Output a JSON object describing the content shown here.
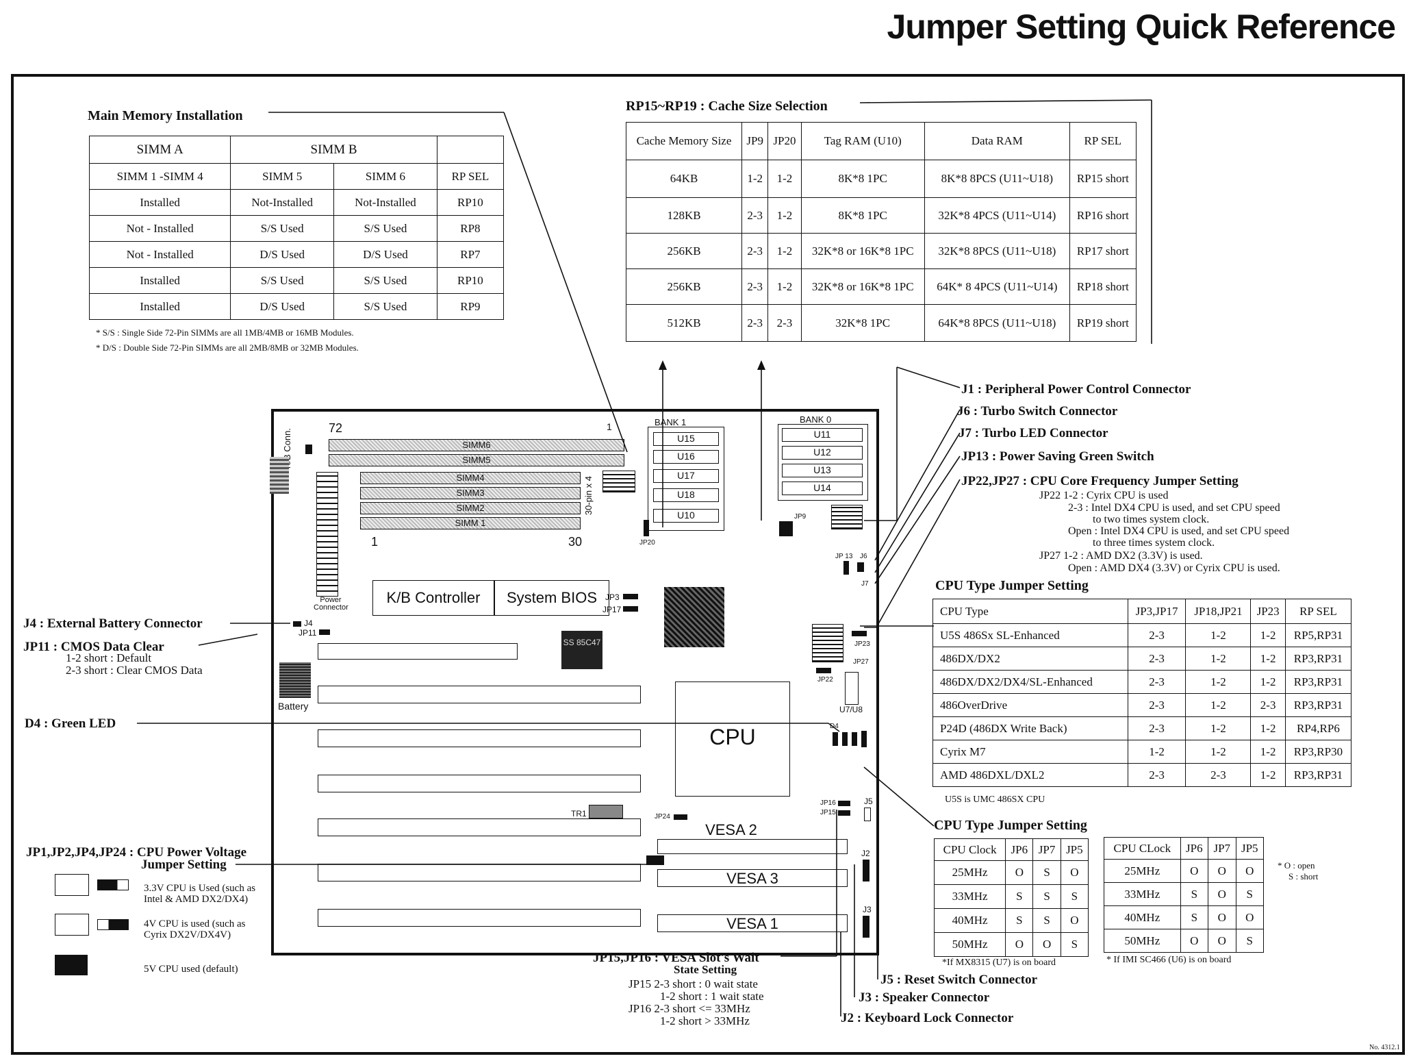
{
  "title": "Jumper Setting Quick Reference",
  "memory": {
    "title": "Main Memory Installation",
    "head1": [
      "SIMM A",
      "SIMM B",
      ""
    ],
    "head2": [
      "SIMM 1 -SIMM 4",
      "SIMM 5",
      "SIMM 6",
      "RP SEL"
    ],
    "rows": [
      [
        "Installed",
        "Not-Installed",
        "Not-Installed",
        "RP10"
      ],
      [
        "Not - Installed",
        "S/S Used",
        "S/S Used",
        "RP8"
      ],
      [
        "Not - Installed",
        "D/S Used",
        "D/S Used",
        "RP7"
      ],
      [
        "Installed",
        "S/S Used",
        "S/S Used",
        "RP10"
      ],
      [
        "Installed",
        "D/S Used",
        "S/S Used",
        "RP9"
      ]
    ],
    "note1": "* S/S : Single Side 72-Pin SIMMs are all 1MB/4MB or 16MB Modules.",
    "note2": "* D/S : Double Side 72-Pin SIMMs are all 2MB/8MB or 32MB Modules."
  },
  "cache": {
    "title": "RP15~RP19 : Cache Size Selection",
    "head": [
      "Cache Memory Size",
      "JP9",
      "JP20",
      "Tag RAM (U10)",
      "Data RAM",
      "RP SEL"
    ],
    "rows": [
      [
        "64KB",
        "1-2",
        "1-2",
        "8K*8 1PC",
        "8K*8 8PCS (U11~U18)",
        "RP15 short"
      ],
      [
        "128KB",
        "2-3",
        "1-2",
        "8K*8 1PC",
        "32K*8 4PCS (U11~U14)",
        "RP16 short"
      ],
      [
        "256KB",
        "2-3",
        "1-2",
        "32K*8 or 16K*8 1PC",
        "32K*8 8PCS (U11~U18)",
        "RP17 short"
      ],
      [
        "256KB",
        "2-3",
        "1-2",
        "32K*8 or 16K*8 1PC",
        "64K* 8 4PCS (U11~U14)",
        "RP18 short"
      ],
      [
        "512KB",
        "2-3",
        "2-3",
        "32K*8 1PC",
        "64K*8 8PCS (U11~U18)",
        "RP19 short"
      ]
    ]
  },
  "right_labels": [
    "J1 : Peripheral Power Control Connector",
    "J6 : Turbo Switch Connector",
    "J7 : Turbo LED Connector",
    "JP13 : Power Saving Green Switch",
    "JP22,JP27 : CPU Core Frequency Jumper Setting"
  ],
  "jp22_notes": [
    "JP22 1-2 : Cyrix CPU is used",
    "2-3 : Intel DX4 CPU is used, and set CPU speed",
    "to two times system clock.",
    "Open : Intel DX4 CPU is used, and set CPU speed",
    "to three times system clock.",
    "JP27 1-2 : AMD DX2 (3.3V) is used.",
    "Open : AMD DX4 (3.3V) or Cyrix CPU is used."
  ],
  "cputype": {
    "title": "CPU Type Jumper Setting",
    "head": [
      "CPU Type",
      "JP3,JP17",
      "JP18,JP21",
      "JP23",
      "RP SEL"
    ],
    "rows": [
      [
        "U5S 486Sx SL-Enhanced",
        "2-3",
        "1-2",
        "1-2",
        "RP5,RP31"
      ],
      [
        "486DX/DX2",
        "2-3",
        "1-2",
        "1-2",
        "RP3,RP31"
      ],
      [
        "486DX/DX2/DX4/SL-Enhanced",
        "2-3",
        "1-2",
        "1-2",
        "RP3,RP31"
      ],
      [
        "486OverDrive",
        "2-3",
        "1-2",
        "2-3",
        "RP3,RP31"
      ],
      [
        "P24D (486DX Write Back)",
        "2-3",
        "1-2",
        "1-2",
        "RP4,RP6"
      ],
      [
        "Cyrix M7",
        "1-2",
        "1-2",
        "1-2",
        "RP3,RP30"
      ],
      [
        "AMD 486DXL/DXL2",
        "2-3",
        "2-3",
        "1-2",
        "RP3,RP31"
      ]
    ],
    "note": "U5S is UMC 486SX CPU"
  },
  "clock": {
    "title": "CPU Type Jumper Setting",
    "head": [
      "CPU Clock",
      "JP6",
      "JP7",
      "JP5"
    ],
    "head2": [
      "CPU CLock",
      "JP6",
      "JP7",
      "JP5"
    ],
    "rows1": [
      [
        "25MHz",
        "O",
        "S",
        "O"
      ],
      [
        "33MHz",
        "S",
        "S",
        "S"
      ],
      [
        "40MHz",
        "S",
        "S",
        "O"
      ],
      [
        "50MHz",
        "O",
        "O",
        "S"
      ]
    ],
    "rows2": [
      [
        "25MHz",
        "O",
        "O",
        "O"
      ],
      [
        "33MHz",
        "S",
        "O",
        "S"
      ],
      [
        "40MHz",
        "S",
        "O",
        "O"
      ],
      [
        "50MHz",
        "O",
        "O",
        "S"
      ]
    ],
    "note1": "*If MX8315 (U7) is on board",
    "note2": "* If IMI SC466 (U6) is on board",
    "legend1": "* O : open",
    "legend2": "S : short"
  },
  "left_labels": {
    "j4": "J4 : External Battery Connector",
    "jp11": "JP11 : CMOS Data Clear",
    "jp11a": "1-2 short : Default",
    "jp11b": "2-3 short : Clear CMOS Data",
    "d4": "D4 : Green LED",
    "jpv": "JP1,JP2,JP4,JP24 : CPU Power Voltage",
    "jpv2": "Jumper Setting",
    "v33": "3.3V CPU is Used (such as",
    "v33b": "Intel & AMD DX2/DX4)",
    "v4": "4V CPU is used (such as",
    "v4b": "Cyrix DX2V/DX4V)",
    "v5": "5V CPU used (default)"
  },
  "bottom_labels": {
    "jp15": "JP15,JP16 : VESA Slot's Wait",
    "jp15b": "State Setting",
    "jp15c": "JP15 2-3 short : 0 wait state",
    "jp15d": "1-2 short : 1 wait state",
    "jp16c": "JP16 2-3 short <= 33MHz",
    "jp16d": "1-2 short > 33MHz",
    "j5": "J5 : Reset Switch Connector",
    "j3": "J3 : Speaker Connector",
    "j2": "J2 : Keyboard Lock Connector"
  },
  "board": {
    "kb": "K/B Conn.",
    "simm": [
      "SIMM6",
      "SIMM5",
      "SIMM4",
      "SIMM3",
      "SIMM2",
      "SIMM 1"
    ],
    "n72": "72",
    "n1": "1",
    "n1b": "1",
    "n30": "30",
    "pin": "30-pin x 4",
    "bank1": "BANK 1",
    "bank0": "BANK 0",
    "u1": [
      "U15",
      "U16",
      "U17",
      "U18",
      "U10"
    ],
    "u0": [
      "U11",
      "U12",
      "U13",
      "U14"
    ],
    "kbc": "K/B Controller",
    "bios": "System BIOS",
    "power": "Power Connector",
    "cpu": "CPU",
    "battery": "Battery",
    "vesa": [
      "VESA 2",
      "VESA 3",
      "VESA 1"
    ],
    "u7": "U7/U8",
    "tr1": "TR1",
    "jp20": "JP20",
    "jp9": "JP9",
    "jp3": "JP3",
    "jp17": "JP17",
    "j4": "J4",
    "jp11": "JP11",
    "jp13": "JP 13",
    "j6": "J6",
    "j7": "J7",
    "jp23": "JP23",
    "jp27": "JP27",
    "jp22": "JP22",
    "d4": "D4",
    "jp16": "JP16",
    "jp15": "JP15",
    "j5": "J5",
    "j2": "J2",
    "j3": "J3",
    "jp24": "JP24",
    "ss": "SS 85C47"
  },
  "corner": "No. 4312.1"
}
